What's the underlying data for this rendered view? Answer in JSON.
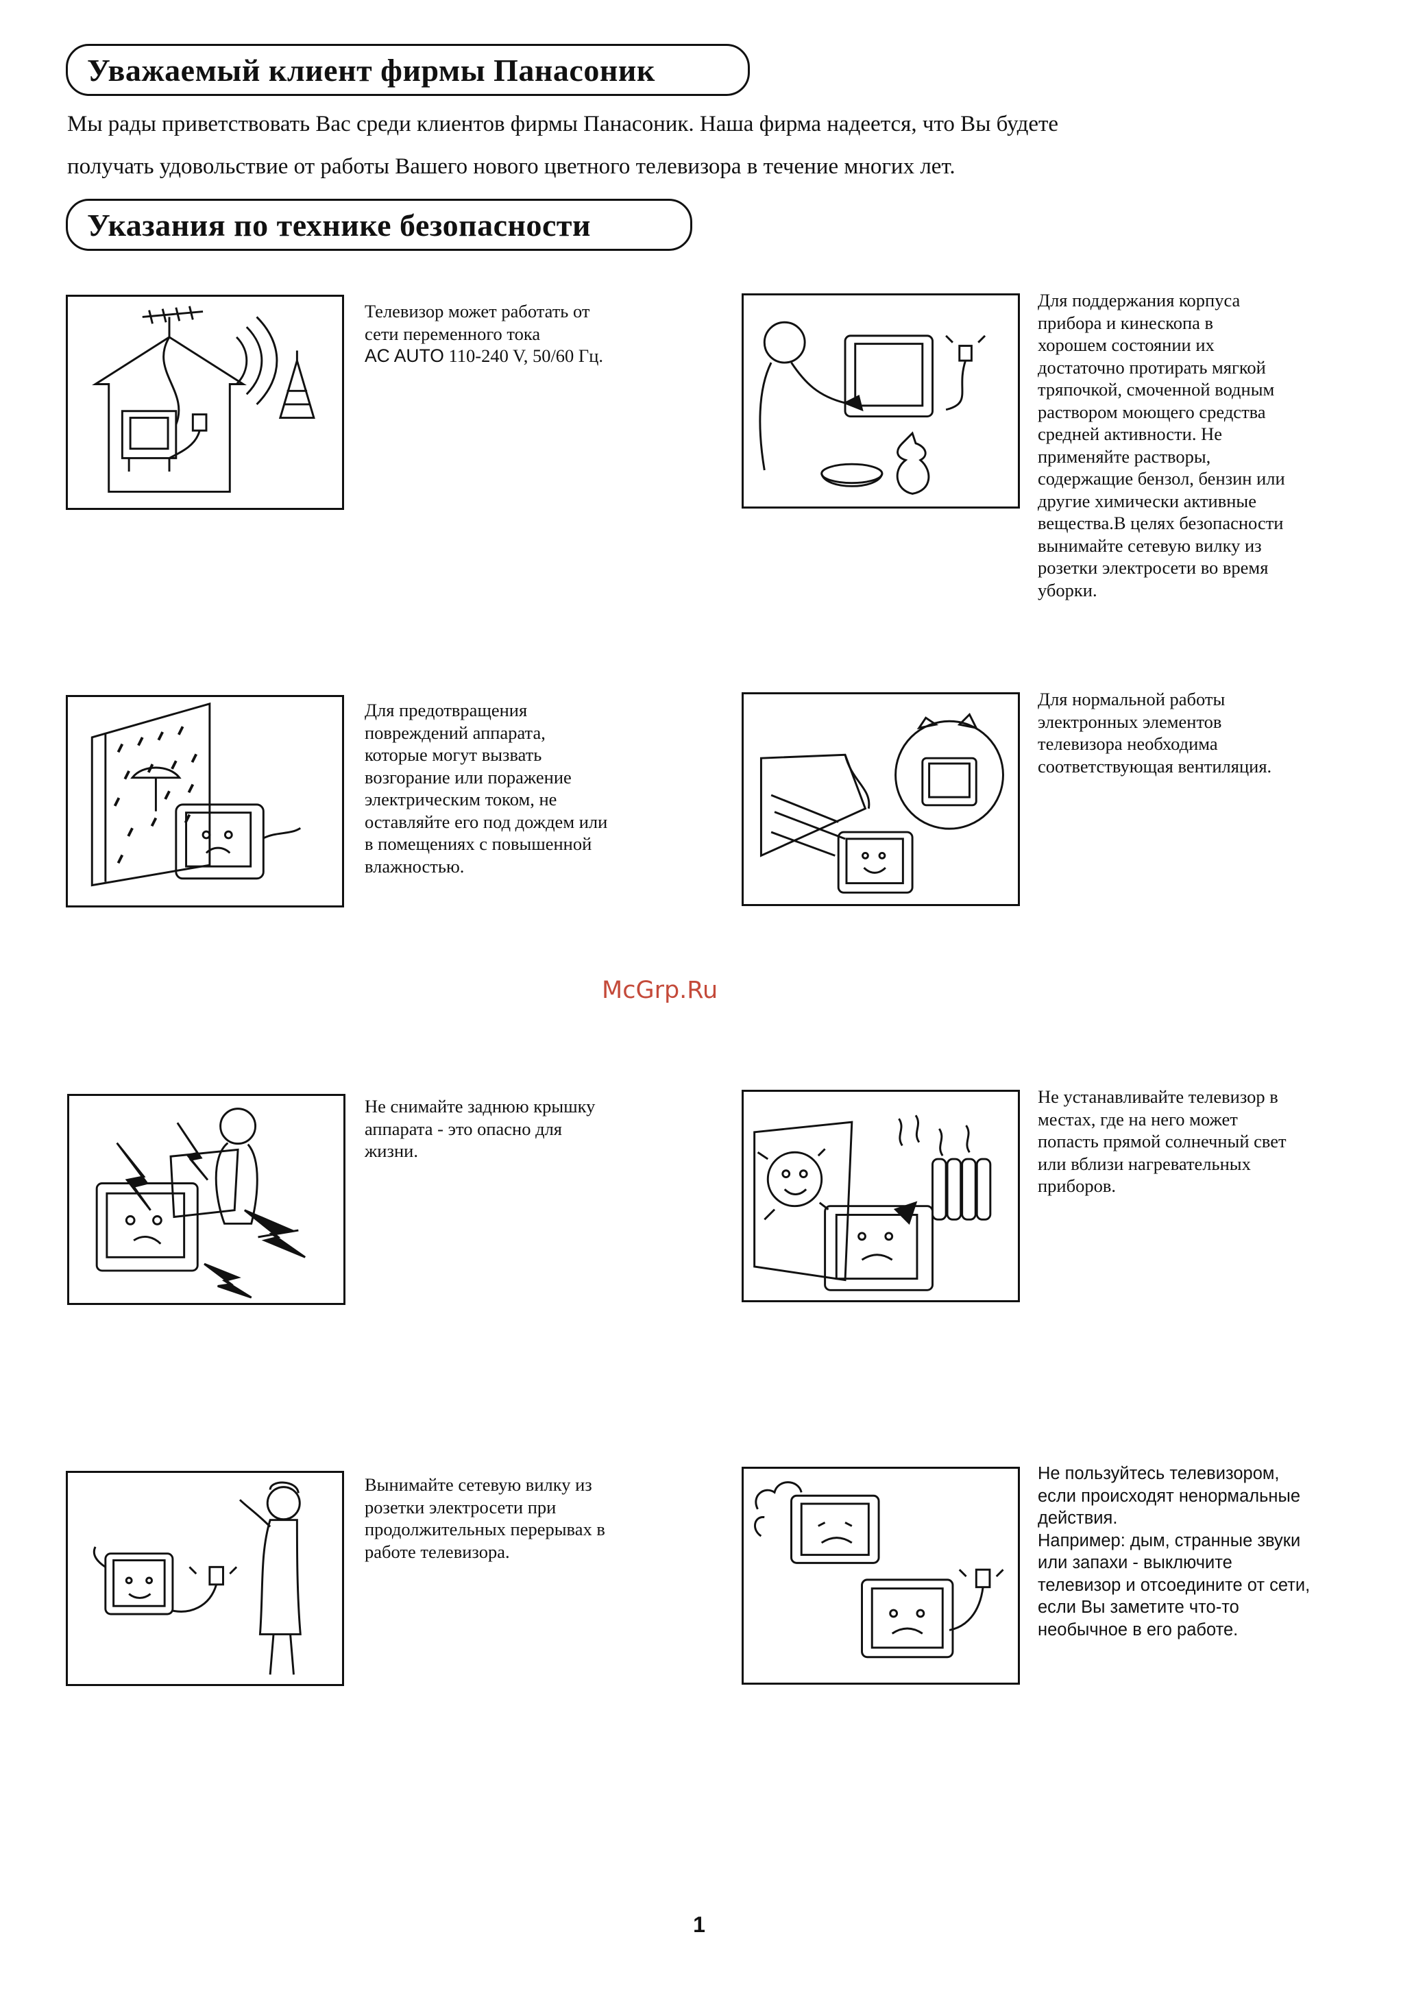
{
  "header": {
    "title": "Уважаемый клиент фирмы Панасоник"
  },
  "intro": {
    "line1": "Мы рады приветствовать Вас среди клиентов фирмы Панасоник. Наша фирма надеется, что Вы будете",
    "line2": "получать удовольствие от работы Вашего нового цветного телевизора в течение многих лет."
  },
  "safety": {
    "title": "Указания по технике безопасности",
    "items": [
      {
        "text_before": "Телевизор может работать от\nсети переменного тока\n",
        "ac_label": "AC AUTO",
        "text_after": " 110-240 V, 50/60 Гц.",
        "icon": "antenna-house-icon"
      },
      {
        "text": "Для поддержания корпуса\nприбора и кинескопа в\nхорошем состоянии их\nдостаточно протирать мягкой\nтряпочкой, смоченной водным\nраствором моющего средства\nсредней активности. Не\nприменяйте растворы,\nсодержащие бензол, бензин или\nдругие химически активные\nвещества.В целях безопасности\nвынимайте сетевую вилку из\nрозетки электросети во время\nуборки.",
        "icon": "cleaning-tv-icon"
      },
      {
        "text": "Для предотвращения\nповреждений аппарата,\nкоторые могут вызвать\nвозгорание или поражение\nэлектрическим током, не\nоставляйте его под дождем или\nв помещениях с повышенной\nвлажностью.",
        "icon": "rain-tv-icon"
      },
      {
        "text": "Для нормальной работы\nэлектронных элементов\nтелевизора необходима\nсоответствующая вентиляция.",
        "icon": "ventilation-tv-icon"
      },
      {
        "text": "Не снимайте заднюю крышку\nаппарата - это опасно для\nжизни.",
        "icon": "electric-shock-tv-icon"
      },
      {
        "text": "Не устанавливайте телевизор в\nместах, где на него может\nпопасть прямой солнечный свет\nили вблизи нагревательных\nприборов.",
        "icon": "sun-heater-tv-icon"
      },
      {
        "text": "Вынимайте сетевую вилку из\nрозетки электросети при\nпродолжительных перерывах в\nработе телевизора.",
        "icon": "unplug-tv-icon"
      },
      {
        "text": "Не пользуйтесь телевизором,\nесли происходят ненормальные\nдействия.\nНапример: дым, странные звуки\nили запахи - выключите\nтелевизор и отсоедините от сети,\nесли Вы заметите что-то\nнеобычное в его работе.",
        "icon": "smoking-tv-icon"
      }
    ]
  },
  "watermark": "McGrp.Ru",
  "page_number": "1"
}
